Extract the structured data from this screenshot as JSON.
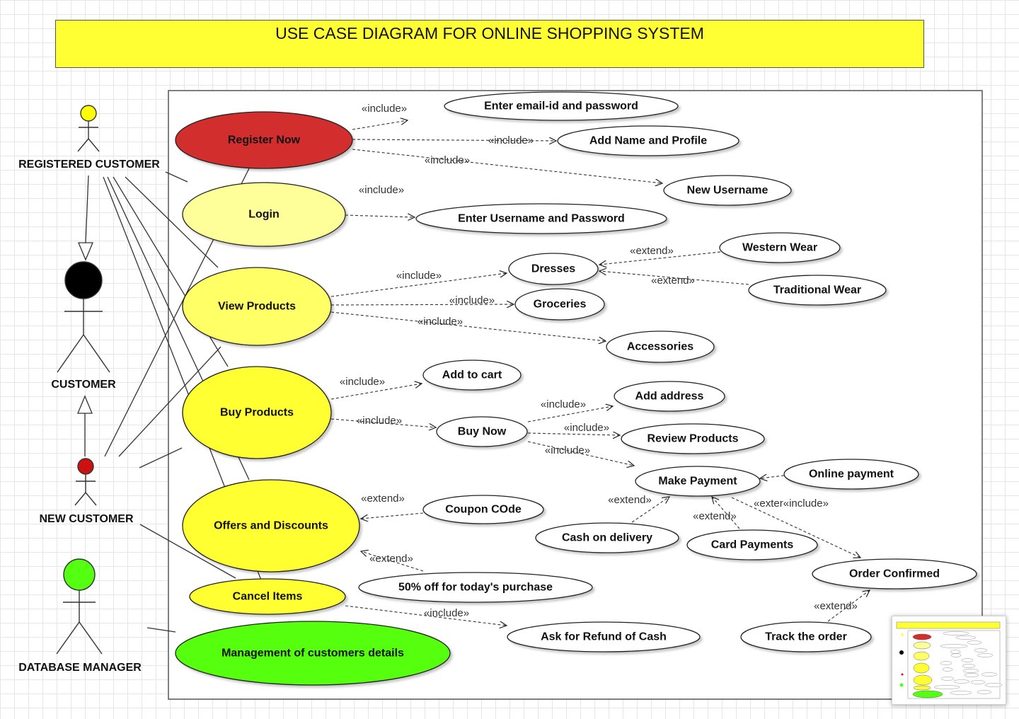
{
  "title": "USE CASE DIAGRAM FOR ONLINE SHOPPING SYSTEM",
  "colors": {
    "title_bg": "#ffff33",
    "register": "#d32f2f",
    "login": "#ffff99",
    "view_products": "#ffff66",
    "buy_products": "#ffff33",
    "offers": "#ffff33",
    "cancel": "#ffff33",
    "management": "#55ff11",
    "registered_customer_head": "#ffff00",
    "customer_head": "#000000",
    "new_customer_head": "#cc1111",
    "database_manager_head": "#55ff11"
  },
  "actors": {
    "registered_customer": "REGISTERED CUSTOMER",
    "customer": "CUSTOMER",
    "new_customer": "NEW CUSTOMER",
    "database_manager": "DATABASE MANAGER"
  },
  "use_cases": {
    "register_now": "Register Now",
    "login": "Login",
    "view_products": "View Products",
    "buy_products": "Buy Products",
    "offers_discounts": "Offers and Discounts",
    "cancel_items": "Cancel Items",
    "management": "Management of customers details",
    "email_password": "Enter email-id and password",
    "name_profile": "Add Name and Profile",
    "new_username": "New Username",
    "username_password": "Enter Username and Password",
    "dresses": "Dresses",
    "groceries": "Groceries",
    "accessories": "Accessories",
    "western_wear": "Western Wear",
    "traditional_wear": "Traditional Wear",
    "add_to_cart": "Add to cart",
    "buy_now": "Buy Now",
    "add_address": "Add address",
    "review_products": "Review Products",
    "make_payment": "Make Payment",
    "online_payment": "Online payment",
    "cash_on_delivery": "Cash on delivery",
    "card_payments": "Card Payments",
    "order_confirmed": "Order Confirmed",
    "track_order": "Track the order",
    "coupon_code": "Coupon COde",
    "fifty_off": "50% off for today's purchase",
    "refund": "Ask for Refund of Cash"
  },
  "relations": {
    "include": "«include»",
    "extend": "«extend»",
    "exter_include": "«exter«include»"
  }
}
